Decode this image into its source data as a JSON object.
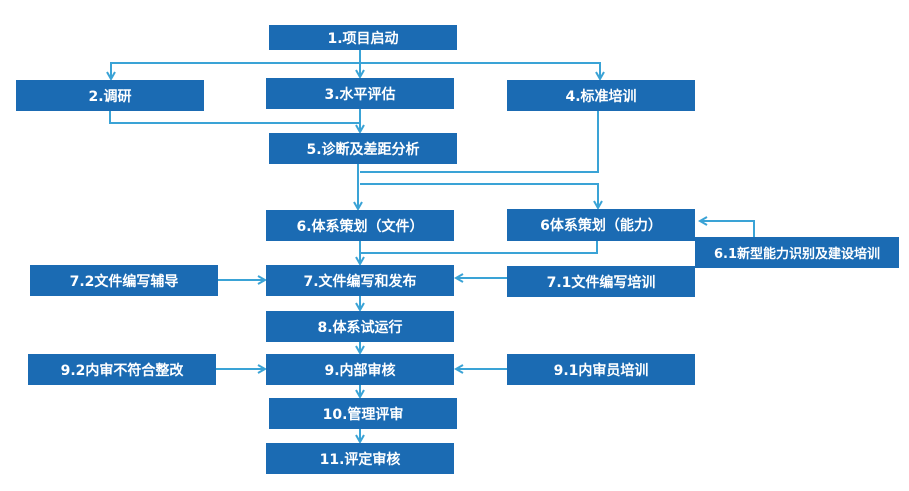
{
  "steps": {
    "s1": "1.项目启动",
    "s2": "2.调研",
    "s3": "3.水平评估",
    "s4": "4.标准培训",
    "s5": "5.诊断及差距分析",
    "s6": "6.体系策划（文件）",
    "s6c": "6体系策划（能力）",
    "s61": "6.1新型能力识别及建设培训",
    "s72": "7.2文件编写辅导",
    "s7": "7.文件编写和发布",
    "s71": "7.1文件编写培训",
    "s8": "8.体系试运行",
    "s92": "9.2内审不符合整改",
    "s9": "9.内部审核",
    "s91": "9.1内审员培训",
    "s10": "10.管理评审",
    "s11": "11.评定审核"
  },
  "colors": {
    "box": "#1b6bb3",
    "line": "#3aa3d6"
  }
}
